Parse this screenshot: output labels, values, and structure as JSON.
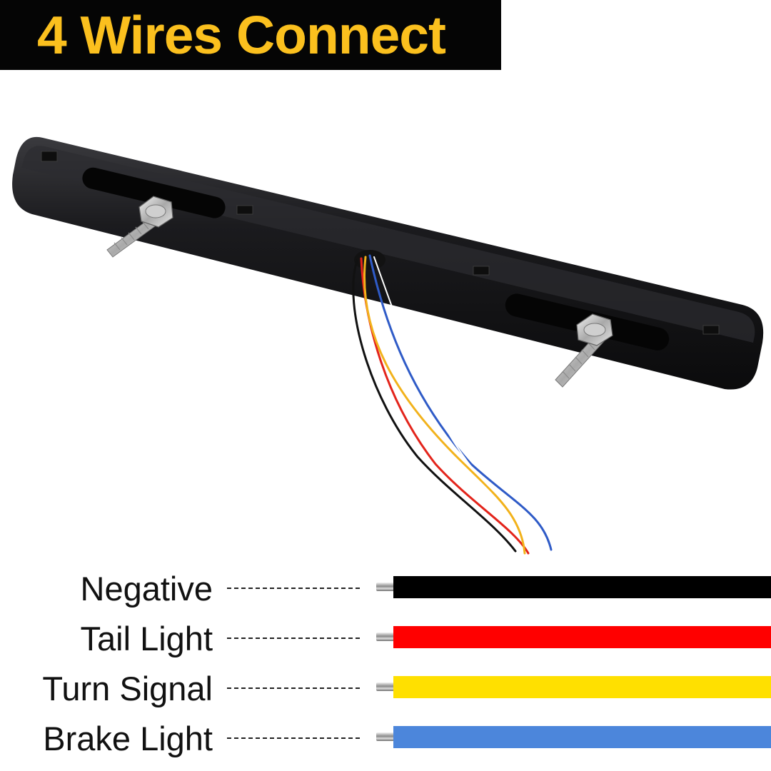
{
  "title": {
    "text": "4 Wires Connect",
    "color": "#FBC01E",
    "background": "#050505"
  },
  "product": {
    "description_icon": "led-light-bar-with-mounting-studs-icon",
    "lead_wire_colors": [
      "#111111",
      "#E3241B",
      "#F2B21B",
      "#2F5BC7",
      "#FFFFFF"
    ]
  },
  "legend": [
    {
      "label": "Negative",
      "color": "#000000"
    },
    {
      "label": "Tail Light",
      "color": "#FF0000"
    },
    {
      "label": "Turn Signal",
      "color": "#FFE000"
    },
    {
      "label": "Brake Light",
      "color": "#4C86DB"
    }
  ]
}
